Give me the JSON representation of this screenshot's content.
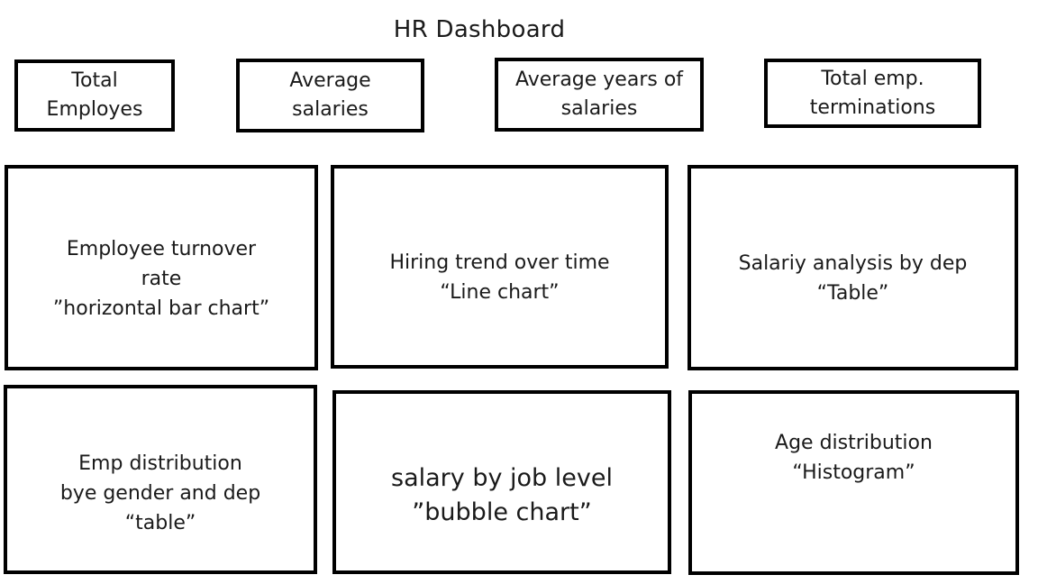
{
  "title": "HR Dashboard",
  "kpis": [
    {
      "label": "Total\nEmployes"
    },
    {
      "label": "Average salaries"
    },
    {
      "label": "Average years of\nsalaries"
    },
    {
      "label": "Total emp.\nterminations"
    }
  ],
  "panels": [
    {
      "label": "Employee turnover\nrate\n”horizontal bar chart”"
    },
    {
      "label": "Hiring trend over time\n“Line chart”"
    },
    {
      "label": "Salariy analysis by dep\n“Table”"
    },
    {
      "label": "Emp distribution\nbye gender and dep\n“table”"
    },
    {
      "label": "salary by job level\n”bubble chart”"
    },
    {
      "label": "Age distribution\n“Histogram”"
    }
  ]
}
